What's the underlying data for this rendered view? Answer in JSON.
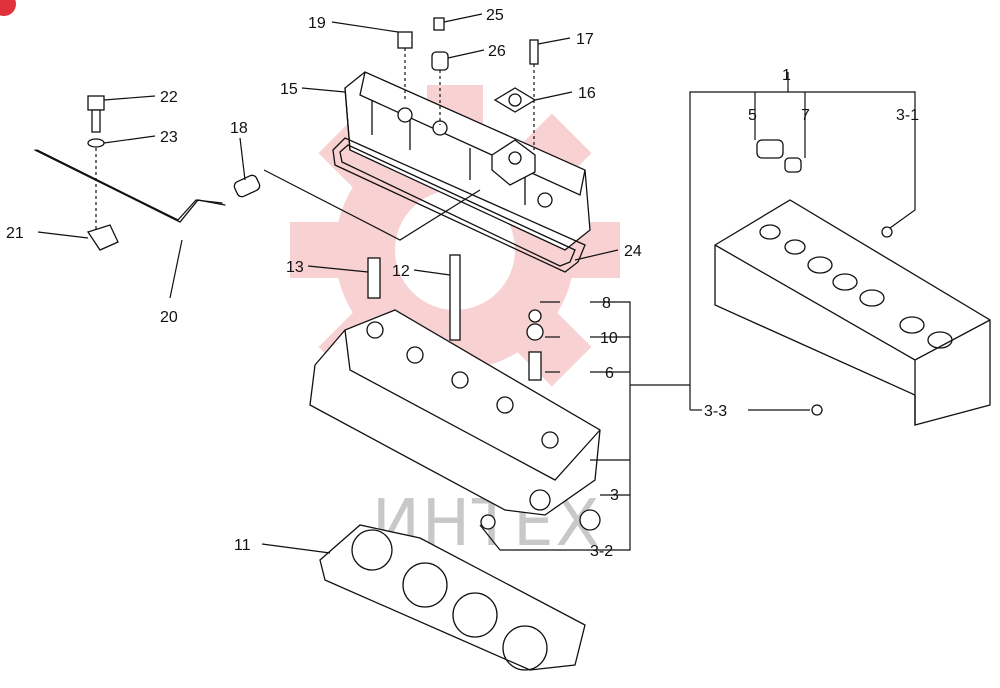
{
  "diagram": {
    "watermark_text": "ИНТЕХ",
    "brand_color": "#e0323a",
    "callouts": {
      "c19": "19",
      "c25": "25",
      "c17": "17",
      "c26": "26",
      "c16": "16",
      "c15": "15",
      "c1": "1",
      "c5": "5",
      "c7": "7",
      "c3_1": "3-1",
      "c22": "22",
      "c23": "23",
      "c18": "18",
      "c21": "21",
      "c20": "20",
      "c24": "24",
      "c13": "13",
      "c12": "12",
      "c8": "8",
      "c10": "10",
      "c6": "6",
      "c3_3": "3-3",
      "c3": "3",
      "c3_2": "3-2",
      "c11": "11"
    }
  }
}
